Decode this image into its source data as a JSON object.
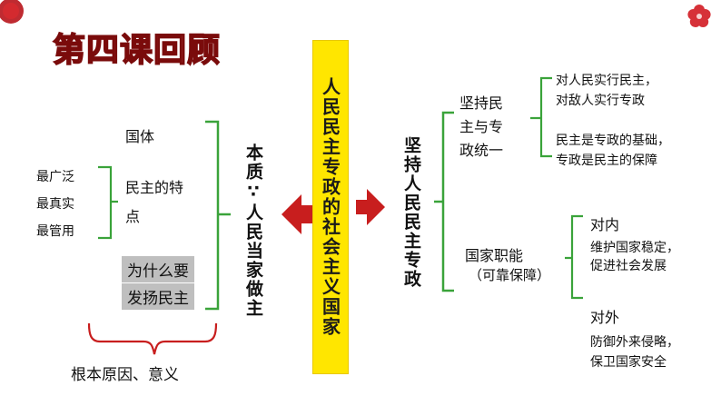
{
  "title": "第四课回顾",
  "center_column": "人民民主专政的社会主义国家",
  "left": {
    "guoti": "国体",
    "tedian_line1": "民主的特",
    "tedian_line2": "点",
    "features": [
      "最广泛",
      "最真实",
      "最管用"
    ],
    "why_line1": "为什么要",
    "why_line2": "发扬民主",
    "reason": "根本原因、意义",
    "essence": "本质∵人民当家做主"
  },
  "right": {
    "adhere": "坚持人民民主专政",
    "unity_line1": "坚持民",
    "unity_line2": "主与专",
    "unity_line3": "政统一",
    "dem_dict_1": "对人民实行民主，",
    "dem_dict_2": "对敌人实行专政",
    "basis_1": "民主是专政的基础，",
    "basis_2": "专政是民主的保障",
    "functions": "国家职能",
    "functions_note": "（可靠保障）",
    "internal": "对内",
    "internal_1": "维护国家稳定，",
    "internal_2": "促进社会发展",
    "external": "对外",
    "external_1": "防御外来侵略，",
    "external_2": "保卫国家安全"
  },
  "colors": {
    "bracket": "#3aa33a",
    "accent": "#c81e1e",
    "column": "#ffe600"
  }
}
